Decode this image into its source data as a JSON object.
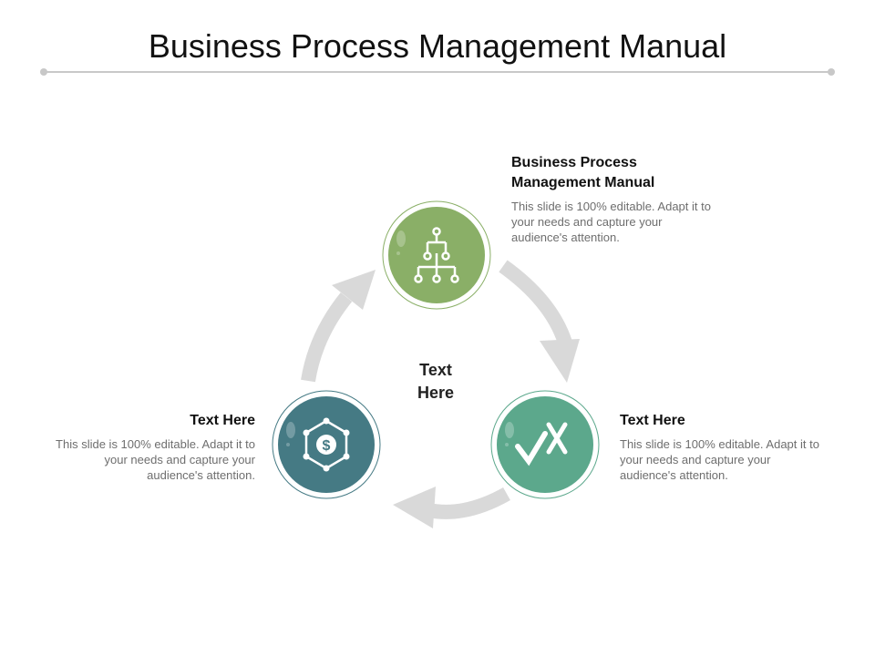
{
  "title": "Business Process Management Manual",
  "center_text": [
    "Text",
    "Here"
  ],
  "blocks": {
    "top": {
      "heading": "Business Process Management Manual",
      "heading_lines": [
        "Business Process",
        "Management Manual"
      ],
      "body": "This slide is 100% editable. Adapt it to your needs and capture your audience's attention."
    },
    "right": {
      "heading": "Text Here",
      "body": "This slide is 100% editable. Adapt it to your needs and capture your audience's attention."
    },
    "left": {
      "heading": "Text Here",
      "body": "This slide is 100% editable. Adapt it to your needs and capture your audience's attention."
    }
  },
  "icons": {
    "top": "org-chart-icon",
    "right": "check-x-icon",
    "left": "dollar-network-icon"
  },
  "colors": {
    "top_circle": "#8aaf67",
    "right_circle": "#5ca88c",
    "left_circle": "#457a84",
    "arrow": "#d9d9d9",
    "divider": "#c8c8c8"
  }
}
